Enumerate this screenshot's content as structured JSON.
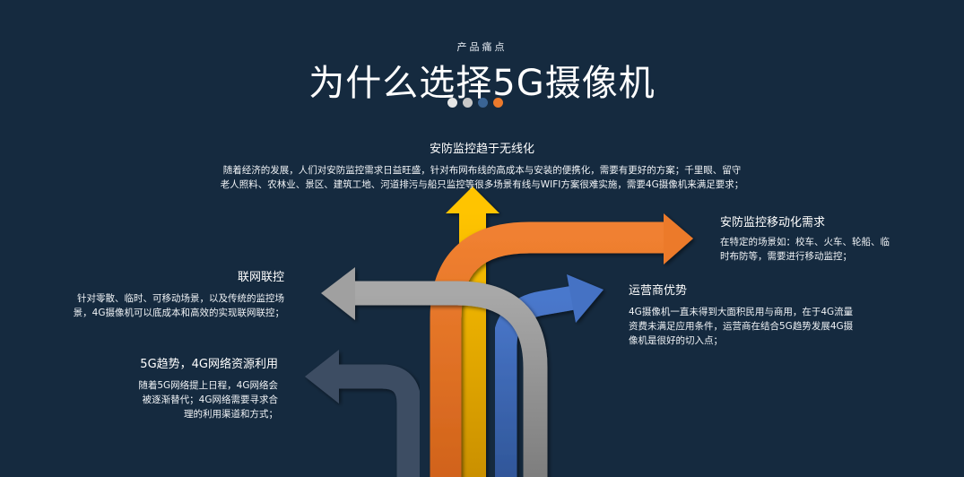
{
  "header": {
    "subtitle": "产品痛点",
    "title": "为什么选择5G摄像机",
    "dots": [
      "#e6e6e6",
      "#c8c8c8",
      "#3a6494",
      "#ec7a2c"
    ]
  },
  "colors": {
    "background": "#152a3f",
    "yellow": "#f5b800",
    "orange": "#ec7a2c",
    "blue": "#4472c4",
    "gray": "#9a9a9a",
    "slate": "#3e4d63"
  },
  "points": [
    {
      "title": "安防监控趋于无线化",
      "body": [
        "随着经济的发展，人们对安防监控需求日益旺盛，针对布网布线的高成本与安装的便携化，需要有更好的方案；千里眼、留守",
        "老人照料、农林业、景区、建筑工地、河道排污与船只监控等很多场景有线与WIFI方案很难实施，需要4G摄像机来满足要求；"
      ]
    },
    {
      "title": "安防监控移动化需求",
      "body": [
        "在特定的场景如：校车、火车、轮船、临",
        "时布防等，需要进行移动监控；"
      ]
    },
    {
      "title": "运营商优势",
      "body": [
        "4G摄像机一直未得到大面积民用与商用，在于4G流量",
        "资费未满足应用条件，运营商在结合5G趋势发展4G摄",
        "像机是很好的切入点；"
      ]
    },
    {
      "title": "联网联控",
      "body": [
        "针对零散、临时、可移动场景，以及传统的监控场",
        "景，4G摄像机可以底成本和高效的实现联网联控；"
      ]
    },
    {
      "title": "5G趋势，4G网络资源利用",
      "body": [
        "随着5G网络提上日程，4G网络会",
        "被逐渐替代；4G网络需要寻求合",
        "理的利用渠道和方式；"
      ]
    }
  ]
}
